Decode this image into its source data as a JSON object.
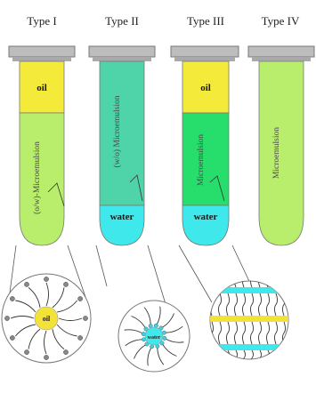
{
  "colors": {
    "cap": "#bdbdbd",
    "oil": "#f4ea3a",
    "microemulsion_light": "#b9ee6c",
    "microemulsion_teal": "#4fd3a8",
    "microemulsion_green": "#27dd6b",
    "water": "#3fe8ea",
    "surfactant_head_blue": "#3fd2e0",
    "oil_droplet": "#f3e237",
    "outline": "#666666"
  },
  "tubes": [
    {
      "title": "Type I",
      "top_phase": "oil",
      "middle_phase": "",
      "bottom_phase": "",
      "vertical_label": "(o/w)-Microemulsion"
    },
    {
      "title": "Type II",
      "top_phase": "",
      "middle_phase": "",
      "bottom_phase": "water",
      "vertical_label": "(w/o) Microemulsion"
    },
    {
      "title": "Type III",
      "top_phase": "oil",
      "middle_phase": "",
      "bottom_phase": "water",
      "vertical_label": "Microemulsion"
    },
    {
      "title": "Type IV",
      "top_phase": "",
      "middle_phase": "",
      "bottom_phase": "",
      "vertical_label": "Microemulsion"
    }
  ],
  "magnifiers": [
    {
      "kind": "oil-in-water micelle",
      "core_label": "oil"
    },
    {
      "kind": "water-in-oil reverse micelle",
      "core_label": "water"
    },
    {
      "kind": "bicontinuous layers",
      "core_label": ""
    }
  ]
}
